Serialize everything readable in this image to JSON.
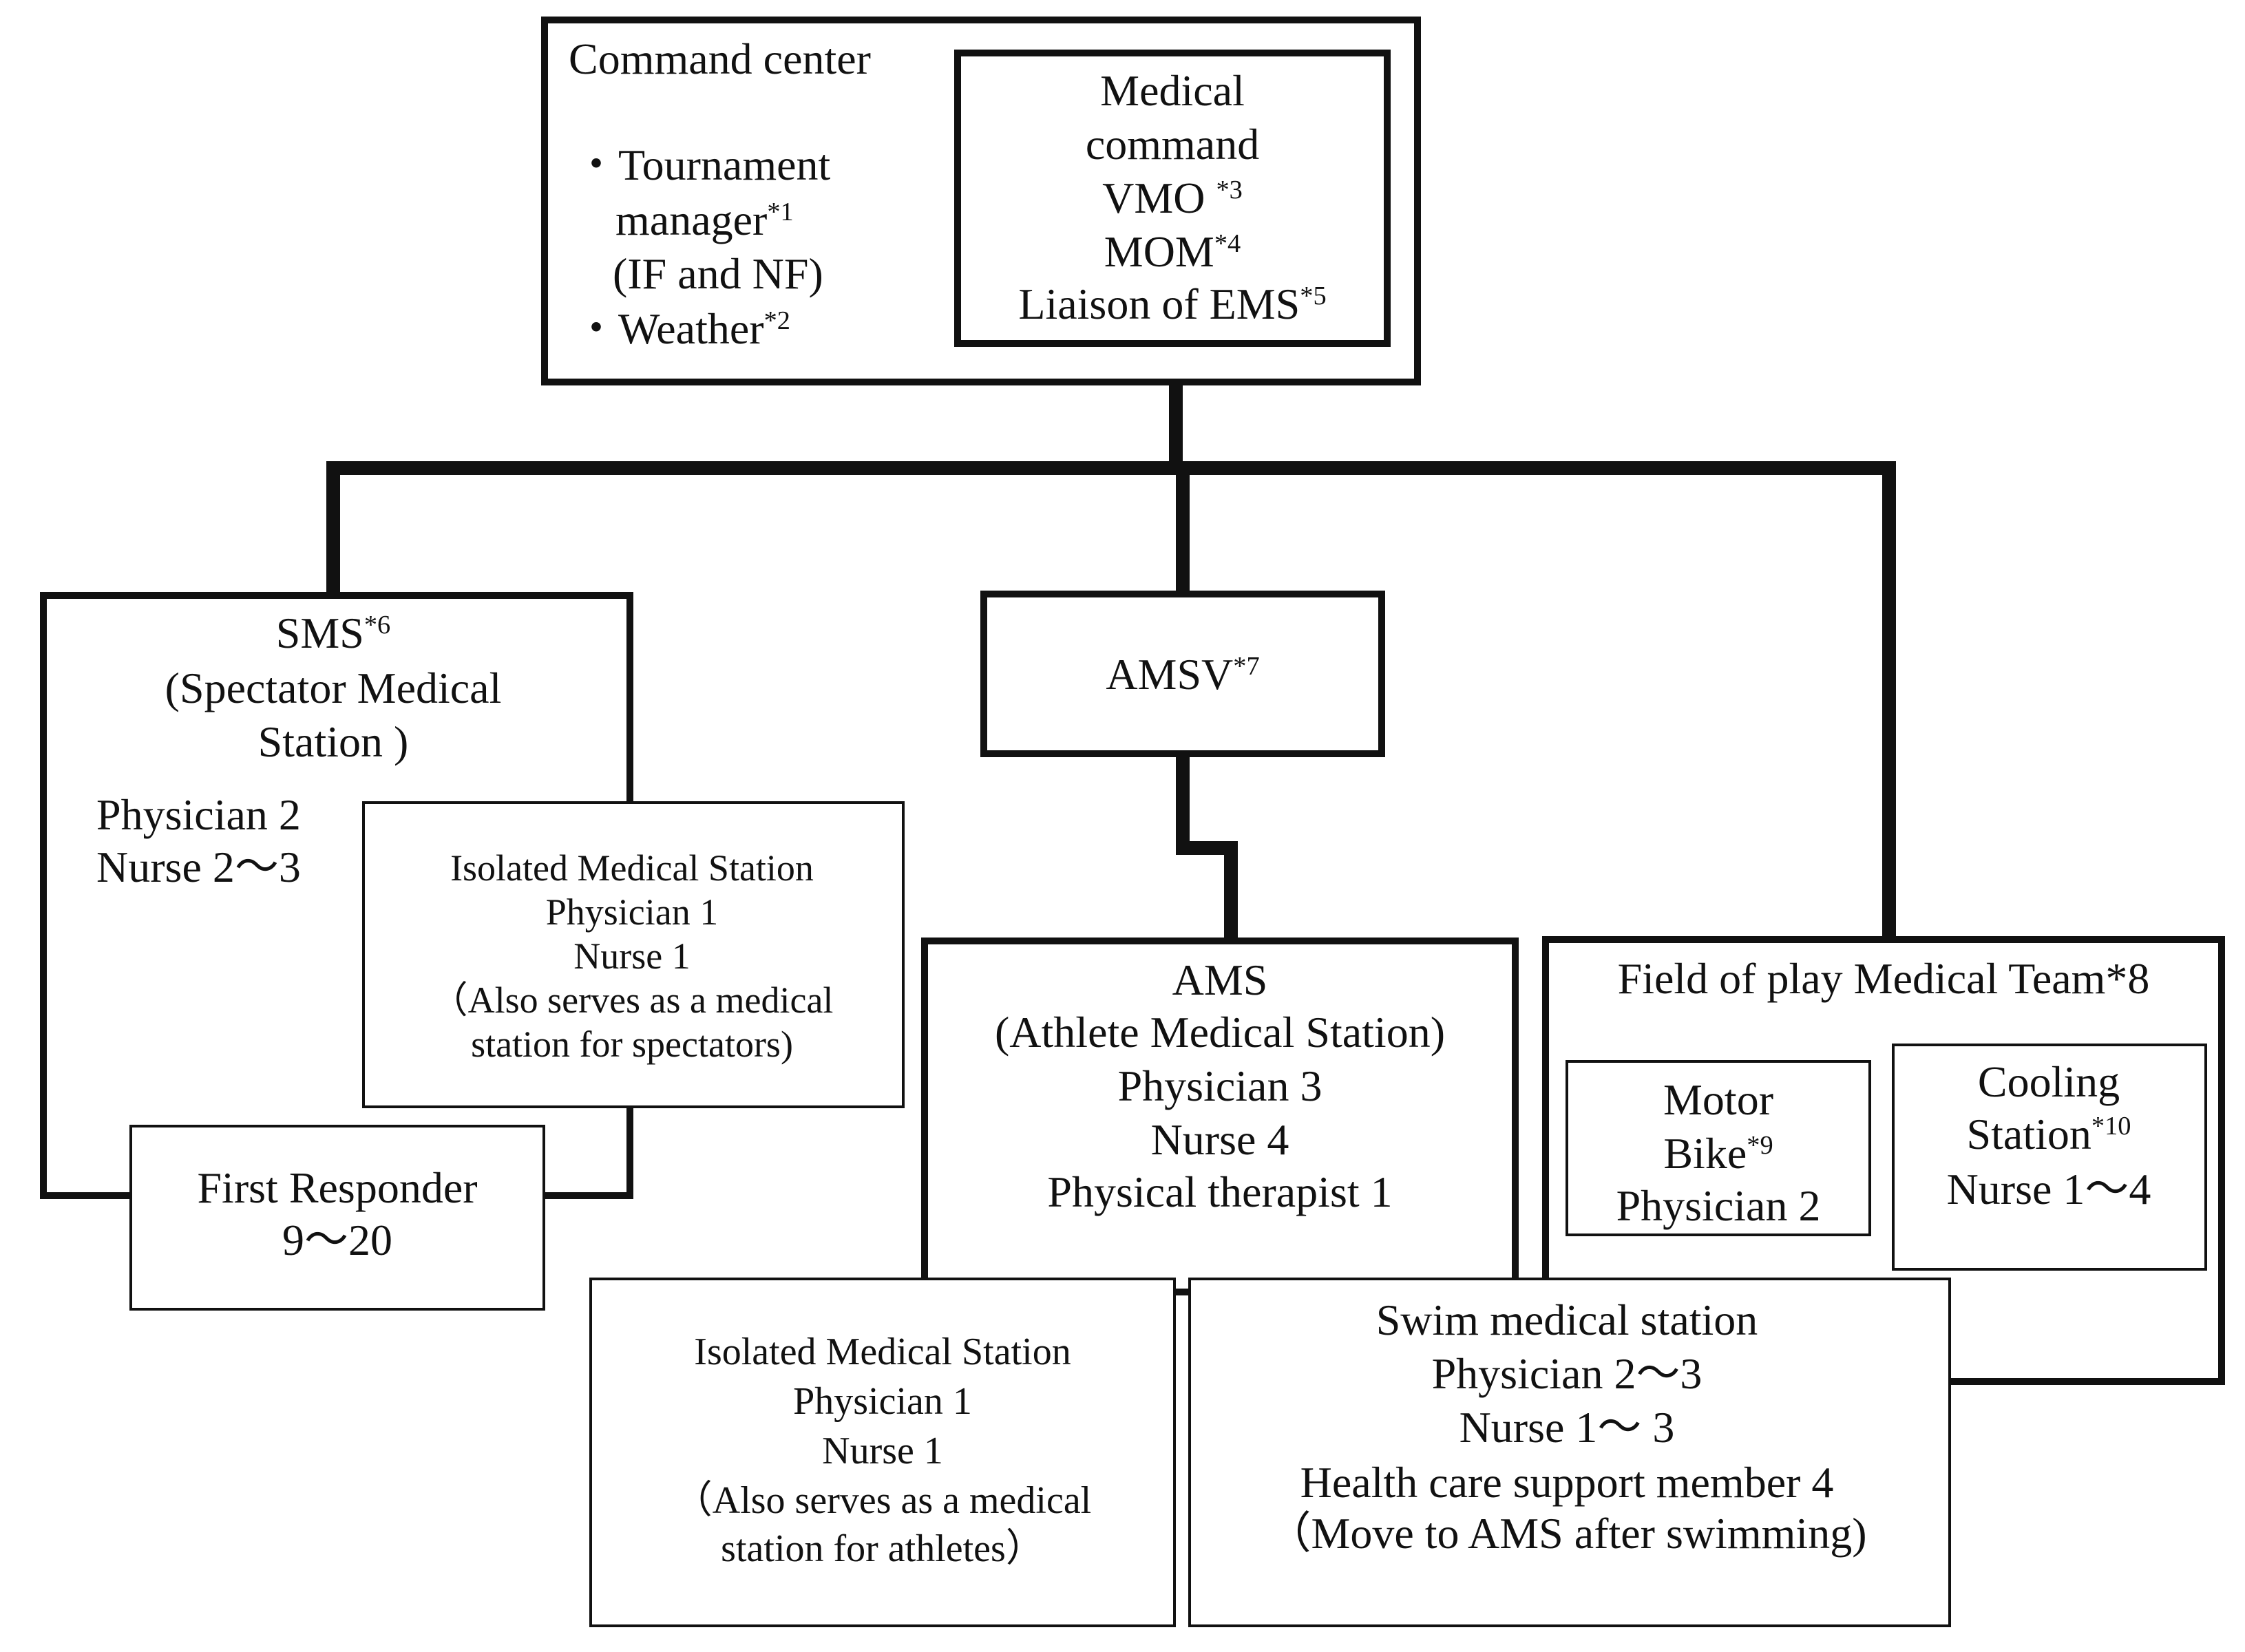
{
  "command_center": {
    "title": "Command center",
    "items": [
      "・Tournament",
      "manager",
      "(IF and NF)",
      "・Weather"
    ],
    "notes": [
      "*1",
      "*2"
    ]
  },
  "medical_command": {
    "lines": [
      "Medical",
      "command",
      "VMO",
      "MOM",
      "Liaison of EMS"
    ],
    "notes": [
      "*3",
      "*4",
      "*5"
    ]
  },
  "sms": {
    "title": "SMS",
    "note": "*6",
    "subtitle_1": "(Spectator Medical",
    "subtitle_2": "Station )",
    "staff": [
      "Physician 2",
      "Nurse 2〜3"
    ]
  },
  "isolated_station_spectators": {
    "lines": [
      "Isolated Medical Station",
      "Physician 1",
      "Nurse 1",
      "（Also serves as a medical",
      "station for spectators)"
    ]
  },
  "first_responder": {
    "lines": [
      "First Responder",
      "9〜20"
    ]
  },
  "amsv": {
    "label": "AMSV",
    "note": "*7"
  },
  "ams": {
    "lines": [
      "AMS",
      "(Athlete Medical Station)",
      "Physician 3",
      "Nurse 4",
      "Physical therapist 1"
    ]
  },
  "fop_team": {
    "title": "Field of play Medical Team",
    "note": "*8"
  },
  "motor_bike": {
    "lines": [
      "Motor",
      "Bike",
      "Physician 2"
    ],
    "note": "*9"
  },
  "cooling_station": {
    "lines": [
      "Cooling",
      "Station",
      "Nurse 1〜4"
    ],
    "note": "*10"
  },
  "isolated_station_athletes": {
    "lines": [
      "Isolated Medical Station",
      "Physician 1",
      "Nurse 1",
      "（Also serves as a medical",
      "station for athletes）"
    ]
  },
  "swim_station": {
    "lines": [
      "Swim medical station",
      "Physician 2〜3",
      "Nurse 1〜 3",
      "Health care support member 4",
      "（Move to AMS after swimming)"
    ]
  }
}
